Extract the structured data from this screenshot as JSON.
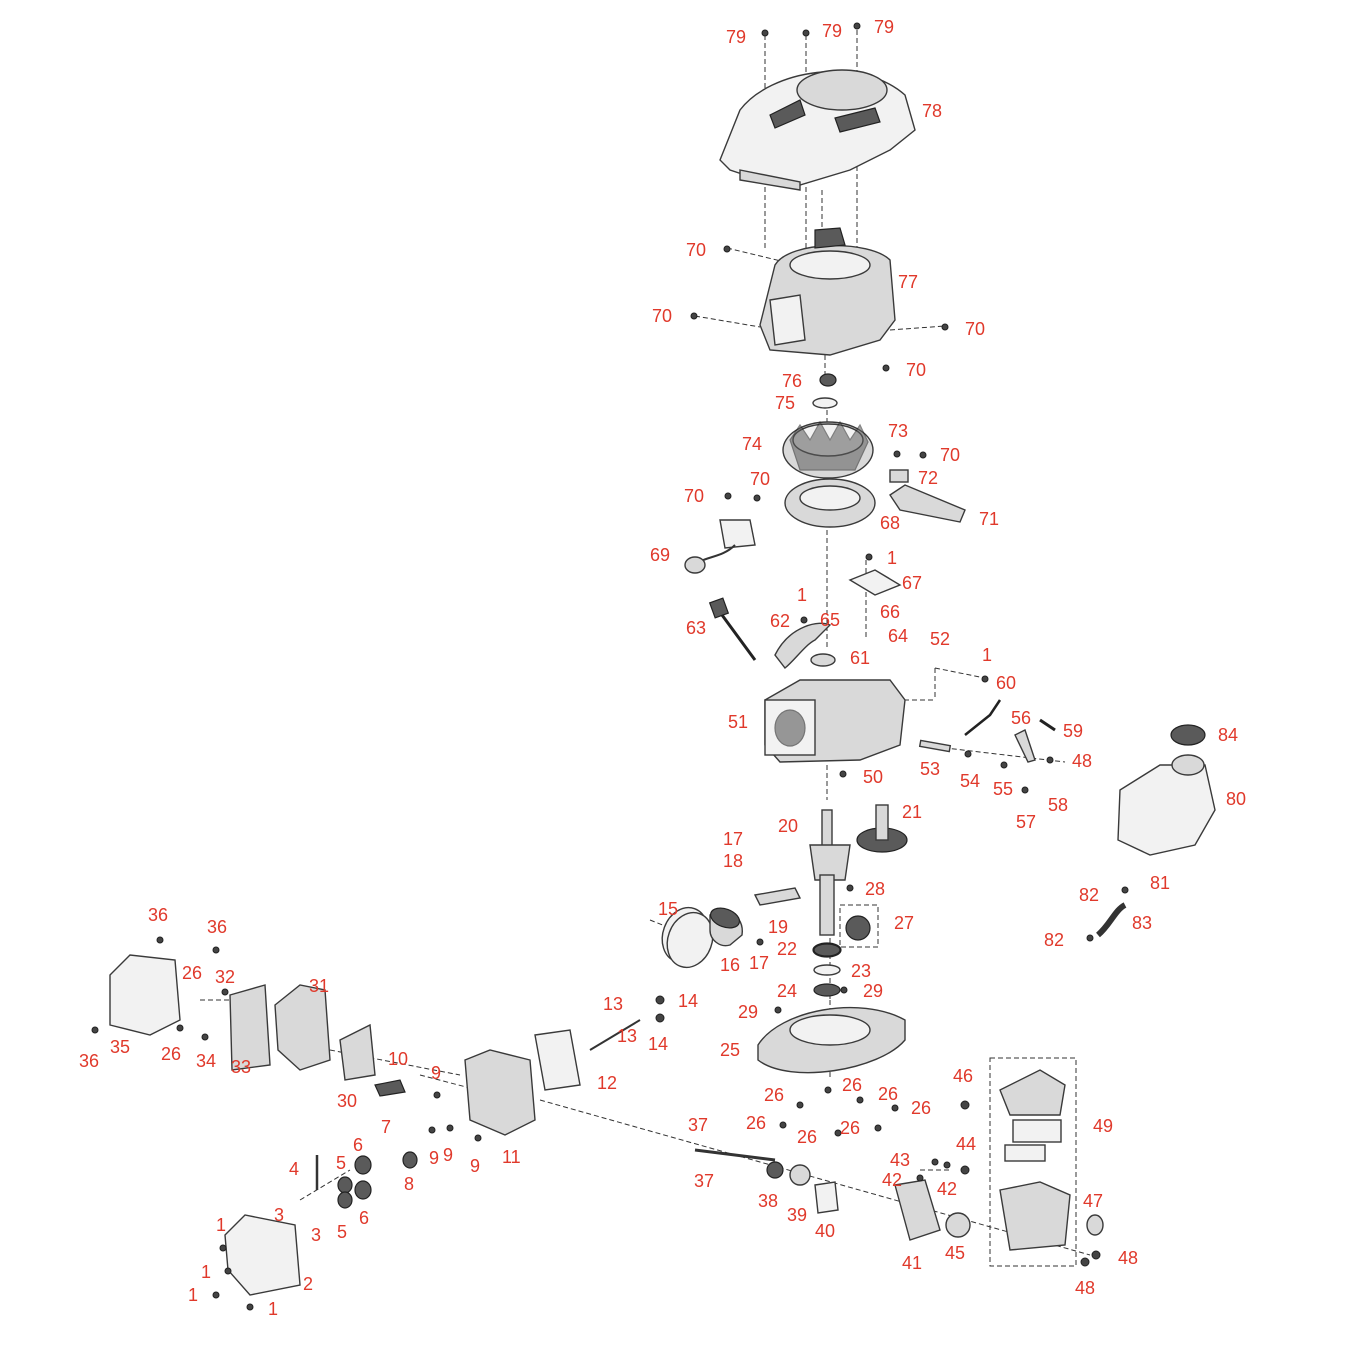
{
  "diagram": {
    "callouts": [
      "79",
      "79",
      "79",
      "78",
      "70",
      "77",
      "70",
      "70",
      "70",
      "76",
      "75",
      "74",
      "73",
      "70",
      "72",
      "70",
      "70",
      "71",
      "68",
      "69",
      "1",
      "67",
      "1",
      "66",
      "65",
      "64",
      "63",
      "62",
      "61",
      "52",
      "1",
      "60",
      "51",
      "56",
      "59",
      "48",
      "53",
      "54",
      "55",
      "58",
      "57",
      "50",
      "84",
      "80",
      "21",
      "20",
      "17",
      "18",
      "28",
      "19",
      "27",
      "81",
      "82",
      "83",
      "82",
      "15",
      "16",
      "22",
      "17",
      "23",
      "24",
      "29",
      "29",
      "36",
      "36",
      "26",
      "32",
      "31",
      "35",
      "36",
      "26",
      "34",
      "33",
      "13",
      "14",
      "13",
      "14",
      "25",
      "26",
      "26",
      "26",
      "26",
      "26",
      "26",
      "26",
      "10",
      "9",
      "12",
      "30",
      "46",
      "49",
      "9",
      "7",
      "9",
      "9",
      "11",
      "37",
      "4",
      "6",
      "5",
      "8",
      "37",
      "43",
      "44",
      "42",
      "42",
      "38",
      "39",
      "40",
      "47",
      "6",
      "5",
      "3",
      "3",
      "48",
      "1",
      "2",
      "1",
      "1",
      "1",
      "41",
      "45",
      "48"
    ]
  }
}
